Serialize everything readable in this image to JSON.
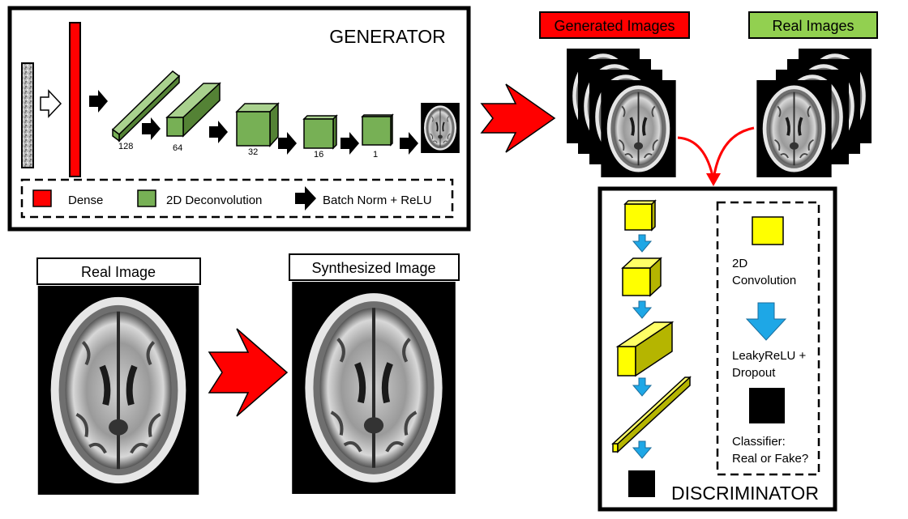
{
  "generator": {
    "title": "GENERATOR",
    "layer_sizes": [
      "128",
      "64",
      "32",
      "16",
      "1"
    ],
    "legend": {
      "dense": "Dense",
      "deconv": "2D Deconvolution",
      "batchnorm": "Batch Norm + ReLU"
    }
  },
  "labels": {
    "generated_images": "Generated Images",
    "real_images": "Real Images",
    "real_image": "Real Image",
    "synthesized_image": "Synthesized Image"
  },
  "discriminator": {
    "title": "DISCRIMINATOR",
    "legend": {
      "conv_line1": "2D",
      "conv_line2": "Convolution",
      "leaky_line1": "LeakyReLU +",
      "leaky_line2": "Dropout",
      "classifier_line1": "Classifier:",
      "classifier_line2": "Real or Fake?"
    }
  },
  "colors": {
    "dense": "#ff0000",
    "deconv": "#77b055",
    "conv": "#ffff00",
    "arrow_blue": "#1ea7e6",
    "label_green": "#92d050",
    "label_red": "#ff0000"
  }
}
